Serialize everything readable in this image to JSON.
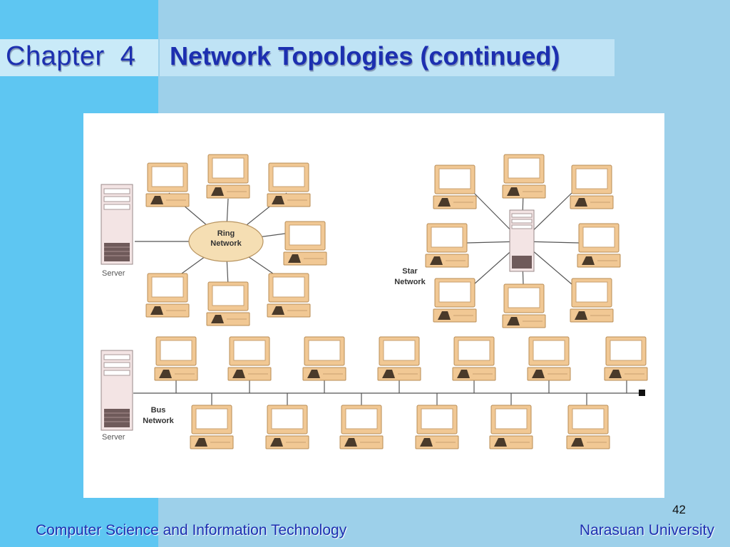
{
  "slide": {
    "chapter_label": "Chapter",
    "chapter_number": "4",
    "title": "Network Topologies (continued)",
    "page_number": "42"
  },
  "footer": {
    "left": "Computer Science and Information Technology",
    "right": "Narasuan University"
  },
  "diagram": {
    "ring": {
      "label_line1": "Ring",
      "label_line2": "Network",
      "server_label": "Server"
    },
    "star": {
      "label_line1": "Star",
      "label_line2": "Network"
    },
    "bus": {
      "label_line1": "Bus",
      "label_line2": "Network",
      "server_label": "Server"
    }
  },
  "colors": {
    "background": "#9dd0ea",
    "left_band": "#5ec6f2",
    "title_text": "#1c2fb0",
    "computer_tan": "#f1c894",
    "ring_hub": "#f5deb3"
  }
}
